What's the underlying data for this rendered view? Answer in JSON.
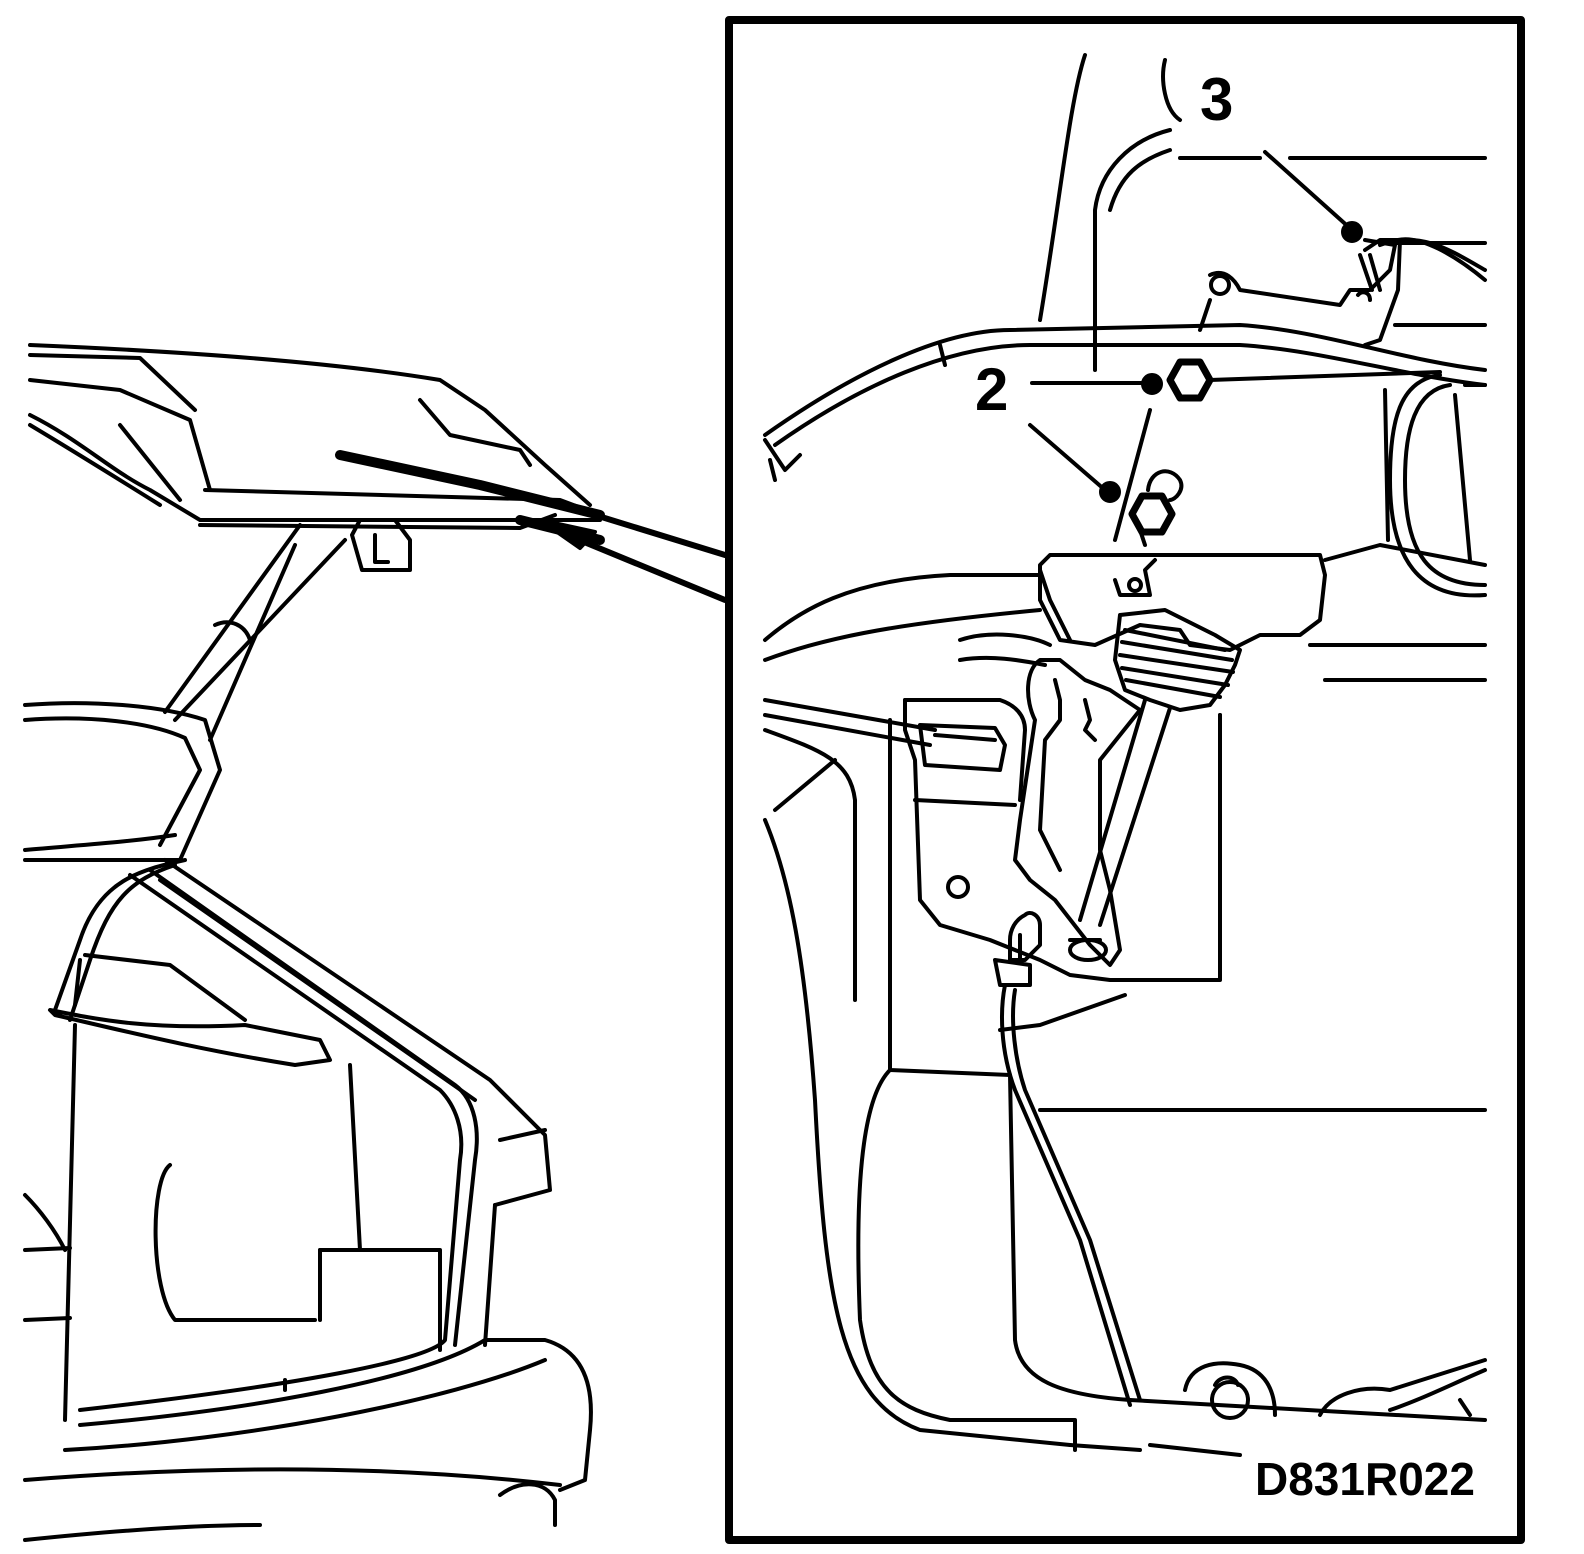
{
  "diagram": {
    "callouts": [
      {
        "id": "callout-2",
        "text": "2"
      },
      {
        "id": "callout-3",
        "text": "3"
      }
    ],
    "reference_code": "D831R022",
    "colors": {
      "line": "#000000",
      "background": "#ffffff"
    }
  }
}
